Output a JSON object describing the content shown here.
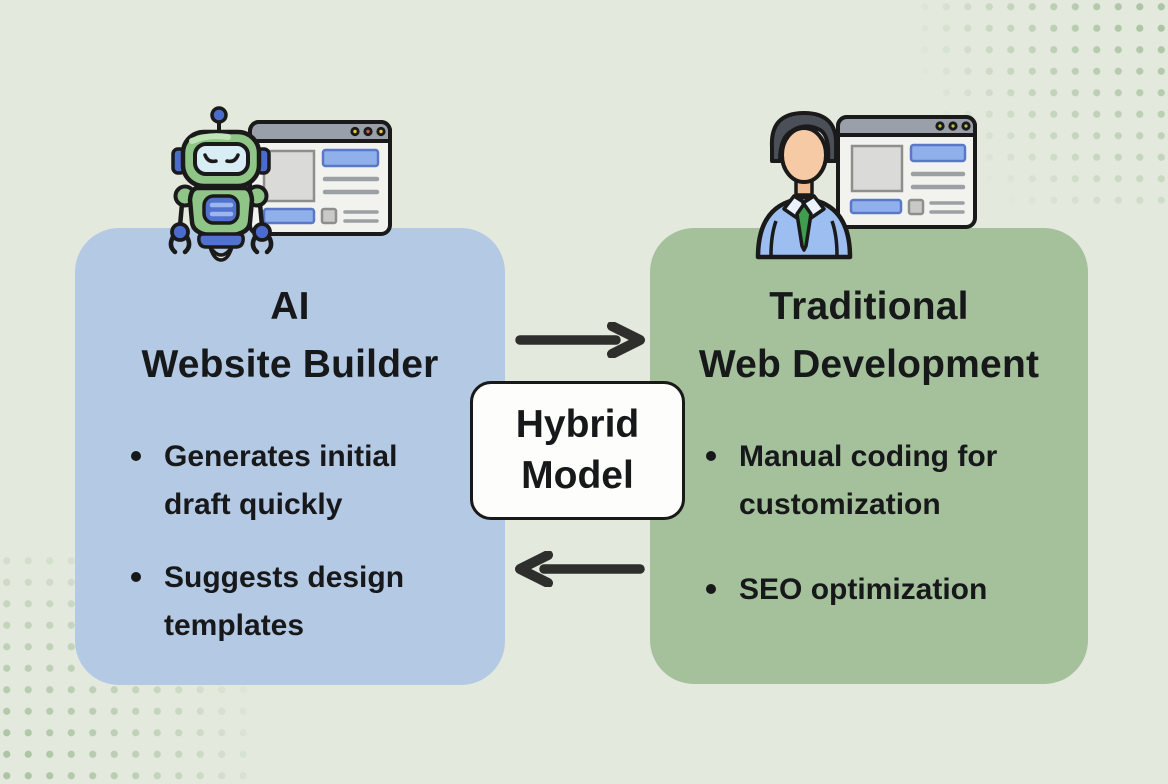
{
  "canvas": {
    "bg_color": "#e3e9dd",
    "dot_color": "#a9c3a0",
    "text_color": "#17181a"
  },
  "left_card": {
    "bg_color": "#b4c9e4",
    "icon": "robot-with-browser",
    "title_lines": [
      "AI",
      "Website Builder"
    ],
    "bullets": [
      "Generates initial draft quickly",
      "Suggests design templates"
    ]
  },
  "right_card": {
    "bg_color": "#a5c19c",
    "icon": "developer-with-browser",
    "title_lines": [
      "Traditional",
      "Web Development"
    ],
    "bullets": [
      "Manual coding for customization",
      "SEO optimization"
    ]
  },
  "center": {
    "label_lines": [
      "Hybrid",
      "Model"
    ],
    "box_bg": "#fdfdfb",
    "box_border_color": "#191919",
    "arrow_color": "#2e2f2d",
    "arrows": [
      {
        "direction": "right",
        "position": "top"
      },
      {
        "direction": "left",
        "position": "bottom"
      }
    ]
  }
}
